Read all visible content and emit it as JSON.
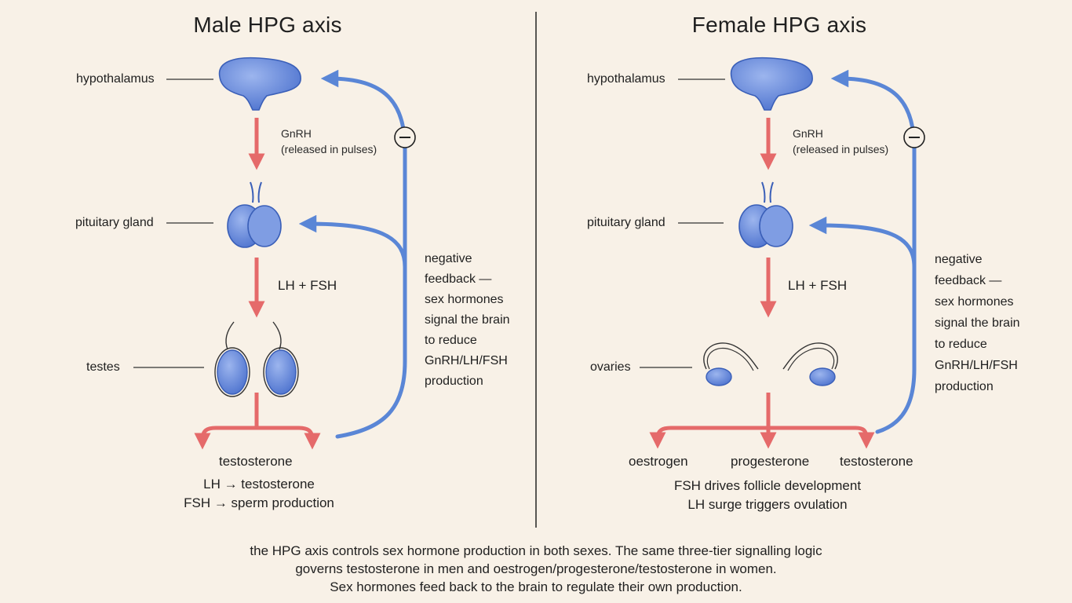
{
  "colors": {
    "background": "#f8f1e7",
    "organ_blue": "#5b80d6",
    "organ_outline": "#3a5fb8",
    "stim_arrow_red": "#e56a6a",
    "feedback_arrow_blue": "#5a86d6",
    "text": "#1f1f1f"
  },
  "icons": {
    "inhibition_symbol": "minus-circle-icon"
  },
  "male": {
    "title": "Male HPG axis",
    "labels": {
      "hypothalamus": "hypothalamus",
      "pituitary": "pituitary gland",
      "gonads": "testes"
    },
    "arrows": {
      "gnrh": "GnRH",
      "gnrh_sub": "(released in pulses)",
      "lh_fsh": "LH + FSH"
    },
    "outputs": [
      "testosterone"
    ],
    "summary": [
      "LH → testosterone",
      "FSH → sperm production"
    ],
    "feedback_note": [
      "negative",
      "feedback —",
      "sex hormones",
      "signal the brain",
      "to reduce",
      "GnRH/LH/FSH",
      "production"
    ]
  },
  "female": {
    "title": "Female HPG axis",
    "labels": {
      "hypothalamus": "hypothalamus",
      "pituitary": "pituitary gland",
      "gonads": "ovaries"
    },
    "arrows": {
      "gnrh": "GnRH",
      "gnrh_sub": "(released in pulses)",
      "lh_fsh": "LH + FSH"
    },
    "outputs": [
      "oestrogen",
      "progesterone",
      "testosterone"
    ],
    "summary": [
      "FSH drives follicle development",
      "LH surge triggers ovulation"
    ],
    "feedback_note": [
      "negative",
      "feedback —",
      "sex hormones",
      "signal the brain",
      "to reduce",
      "GnRH/LH/FSH",
      "production"
    ]
  },
  "footer": [
    "the HPG axis controls sex hormone production in both sexes. The same three-tier signalling logic",
    "governs testosterone in men and oestrogen/progesterone/testosterone in women.",
    "Sex hormones feed back to the brain to regulate their own production."
  ]
}
